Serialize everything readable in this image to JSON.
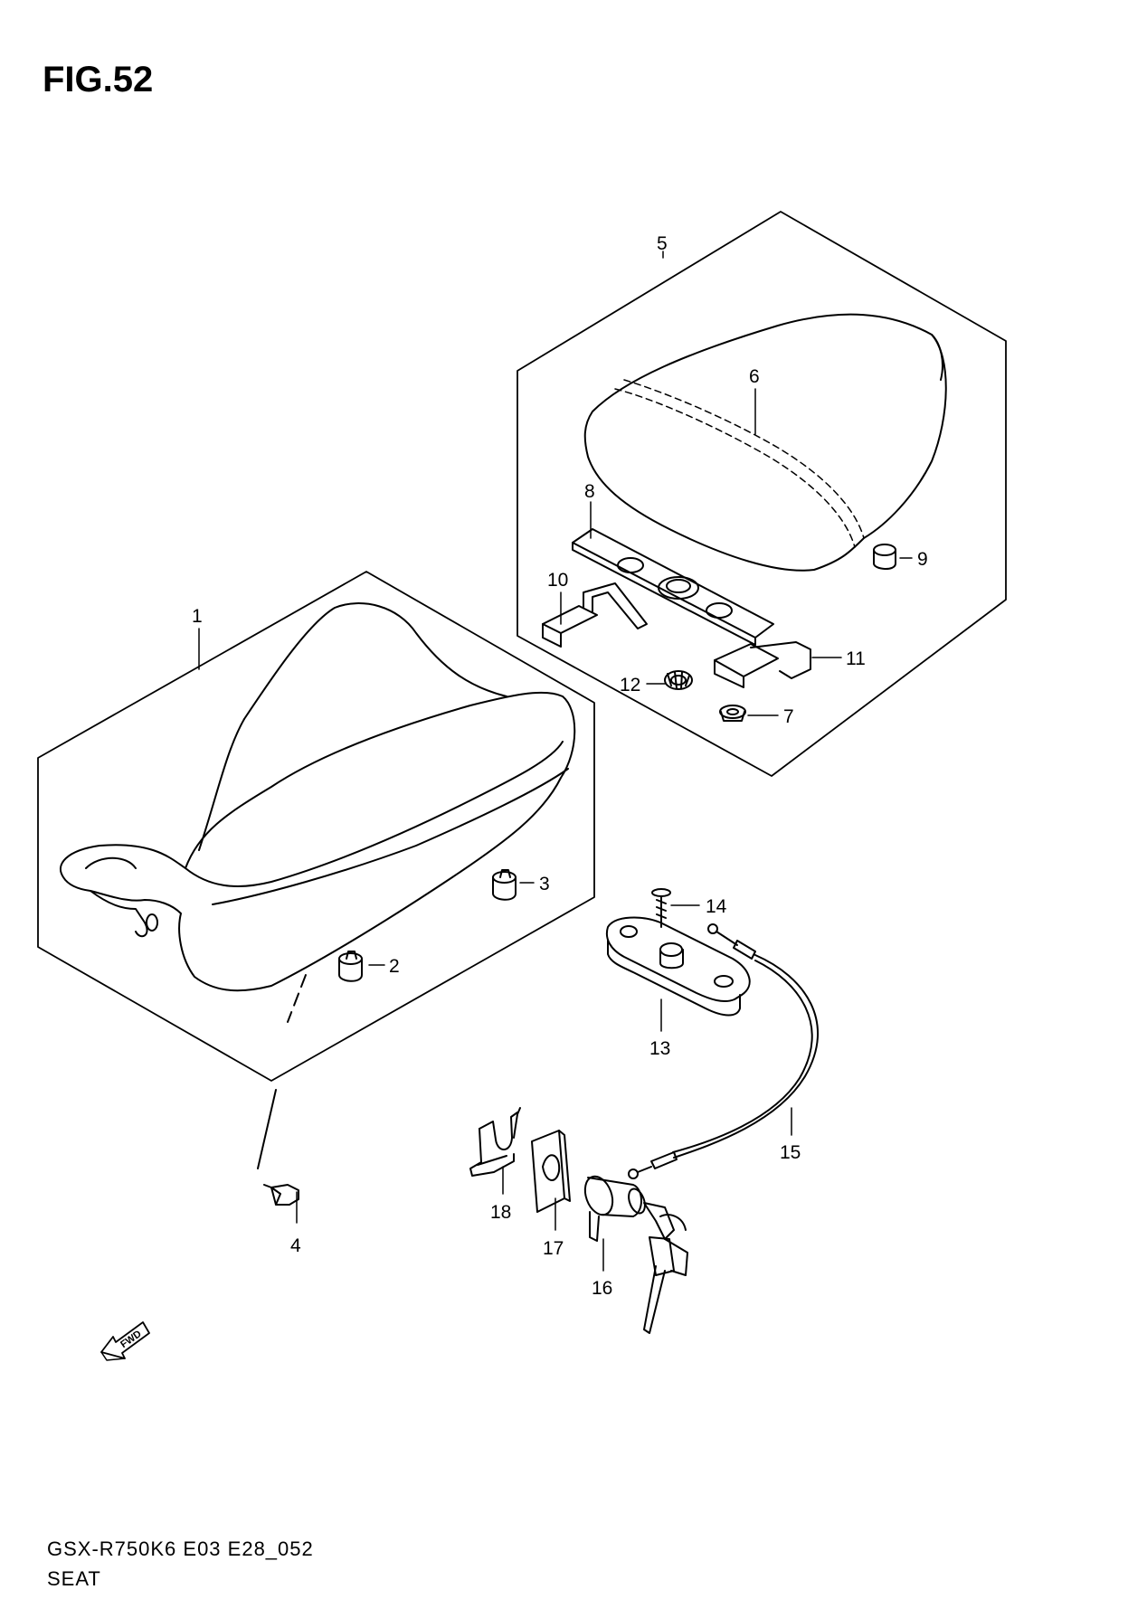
{
  "figure": {
    "title": "FIG.52",
    "model_code": "GSX-R750K6 E03 E28_052",
    "section_name": "SEAT",
    "direction_label": "FWD"
  },
  "callouts": [
    {
      "num": "1"
    },
    {
      "num": "2"
    },
    {
      "num": "3"
    },
    {
      "num": "4"
    },
    {
      "num": "5"
    },
    {
      "num": "6"
    },
    {
      "num": "7"
    },
    {
      "num": "8"
    },
    {
      "num": "9"
    },
    {
      "num": "10"
    },
    {
      "num": "11"
    },
    {
      "num": "12"
    },
    {
      "num": "13"
    },
    {
      "num": "14"
    },
    {
      "num": "15"
    },
    {
      "num": "16"
    },
    {
      "num": "17"
    },
    {
      "num": "18"
    }
  ]
}
